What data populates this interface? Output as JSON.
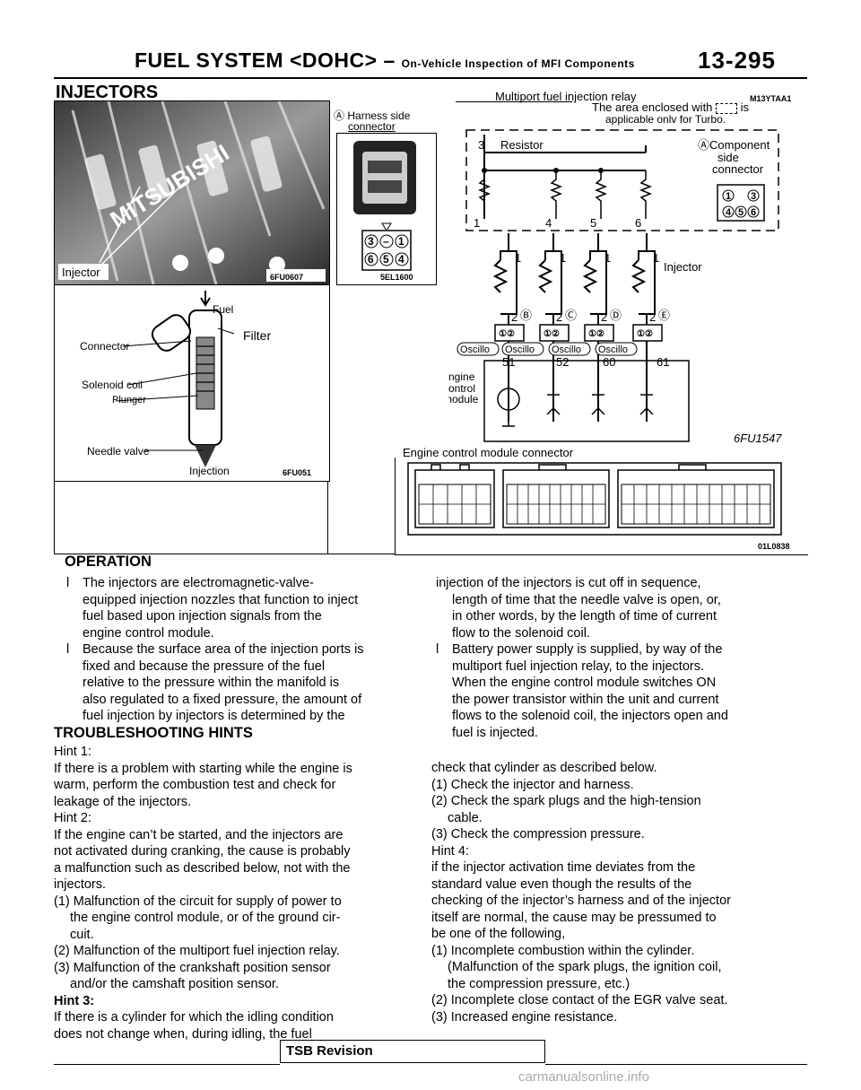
{
  "header": {
    "title_main": "FUEL SYSTEM <DOHC> –",
    "title_sub": "On-Vehicle Inspection of MFI Components",
    "page": "13-295"
  },
  "section": {
    "title": "INJECTORS",
    "code": "M13YTAA1"
  },
  "fig1": {
    "injector_label": "Injector",
    "code": "6FU0607",
    "brand": "MITSUBISHI"
  },
  "fig2": {
    "fuel": "Fuel",
    "filter": "Filter",
    "connector": "Connector",
    "solenoid": "Solenoid coil",
    "plunger": "Plunger",
    "needle": "Needle valve",
    "injection": "Injection",
    "code": "6FU051"
  },
  "fig3": {
    "label_a": "Harness side",
    "label_b": "connector",
    "code": "5EL1600",
    "pins_top": [
      "3",
      "–",
      "1"
    ],
    "pins_bottom": [
      "6",
      "5",
      "4"
    ],
    "marker": "Ⓐ"
  },
  "circuit": {
    "relay_title": "Multiport fuel injection relay",
    "turbo_note": "The area enclosed with [ ⁻ ⁻ ] is applicable onlv for Turbo.",
    "turbo_note_1": "The area enclosed with",
    "turbo_note_2": "is",
    "turbo_note_3": "applicable onlv for Turbo.",
    "resistor": "Resistor",
    "resistor_num": "3",
    "component_side": "ⒶComponent",
    "component_side_2": "side",
    "component_side_3": "connector",
    "res_pins": [
      "1",
      "4",
      "5",
      "6"
    ],
    "comp_pins": [
      "1",
      "3",
      "4",
      "5",
      "6"
    ],
    "injector_label": "Injector",
    "inj_top": [
      "1",
      "1",
      "1",
      "1"
    ],
    "inj_letters": [
      "Ⓑ",
      "Ⓒ",
      "Ⓓ",
      "Ⓔ"
    ],
    "inj_pin2": [
      "2",
      "2",
      "2",
      "2"
    ],
    "conn": "①②",
    "oscillo": "Oscillo",
    "ecm_pins": [
      "51",
      "52",
      "60",
      "61"
    ],
    "ecm_label_1": "Engine",
    "ecm_label_2": "control",
    "ecm_label_3": "module",
    "code": "6FU1547",
    "ecm_connector": "Engine control module connector",
    "ecm_code": "01L0838"
  },
  "operation": {
    "title": "OPERATION",
    "bullet1_lines": [
      "The injectors are electromagnetic-valve-",
      "equipped injection nozzles that function to inject",
      "fuel based upon injection signals from the",
      "engine control module."
    ],
    "bullet2_lines": [
      "Because the surface area of the injection ports is",
      "fixed and because the pressure of the fuel",
      "relative to the pressure within the manifold is",
      "also regulated to a fixed pressure, the amount of",
      "fuel injection by injectors is determined by the"
    ],
    "right_lines": [
      "length of time that the needle valve is open, or,",
      "in other words, by the length of time of current",
      "flow to the solenoid coil."
    ],
    "bullet3_lines": [
      "Battery power supply is supplied, by way of the",
      "multiport fuel injection relay, to the injectors.",
      "When the engine control module switches ON",
      "the power transistor within the unit and current",
      "flows to the solenoid coil, the injectors open and",
      "fuel is injected."
    ],
    "right_top": "injection of the injectors is cut off in sequence,"
  },
  "troubleshooting": {
    "title": "TROUBLESHOOTING HINTS",
    "left_lines": [
      "Hint 1:",
      "If there is a problem with starting while the engine is",
      "warm, perform the combustion test and check for",
      "leakage of the injectors.",
      "Hint 2:",
      "If the engine can’t be started, and the injectors are",
      "not activated during cranking, the cause is probably",
      "a malfunction such as described below, not with the",
      "injectors.",
      "(1) Malfunction of the circuit for supply of power to",
      "the engine control module, or of the ground cir-",
      "cuit.",
      "(2) Malfunction of the multiport fuel injection relay.",
      "(3) Malfunction of the crankshaft position sensor",
      "and/or the camshaft position sensor.",
      "Hint 3:",
      "If there is a cylinder for which the idling condition",
      "does not change when, during idling, the fuel"
    ],
    "right_lines": [
      "check that cylinder as described below.",
      "(1) Check the injector and harness.",
      "(2) Check the spark plugs and the high-tension",
      "cable.",
      "(3) Check the compression pressure.",
      "Hint 4:",
      "if the injector activation time deviates from the",
      "standard value even though the results of the",
      "checking of the injector’s harness and of the injector",
      "itself are normal, the cause may be pressumed to",
      "be one of the following,",
      "(1) Incomplete combustion within the cylinder.",
      "(Malfunction of the spark plugs, the ignition coil,",
      "the compression pressure, etc.)",
      "(2) Incomplete close contact of the EGR valve seat.",
      "(3) Increased engine resistance."
    ]
  },
  "footer": {
    "tsb": "TSB Revision",
    "watermark": "carmanualsonline.info"
  }
}
